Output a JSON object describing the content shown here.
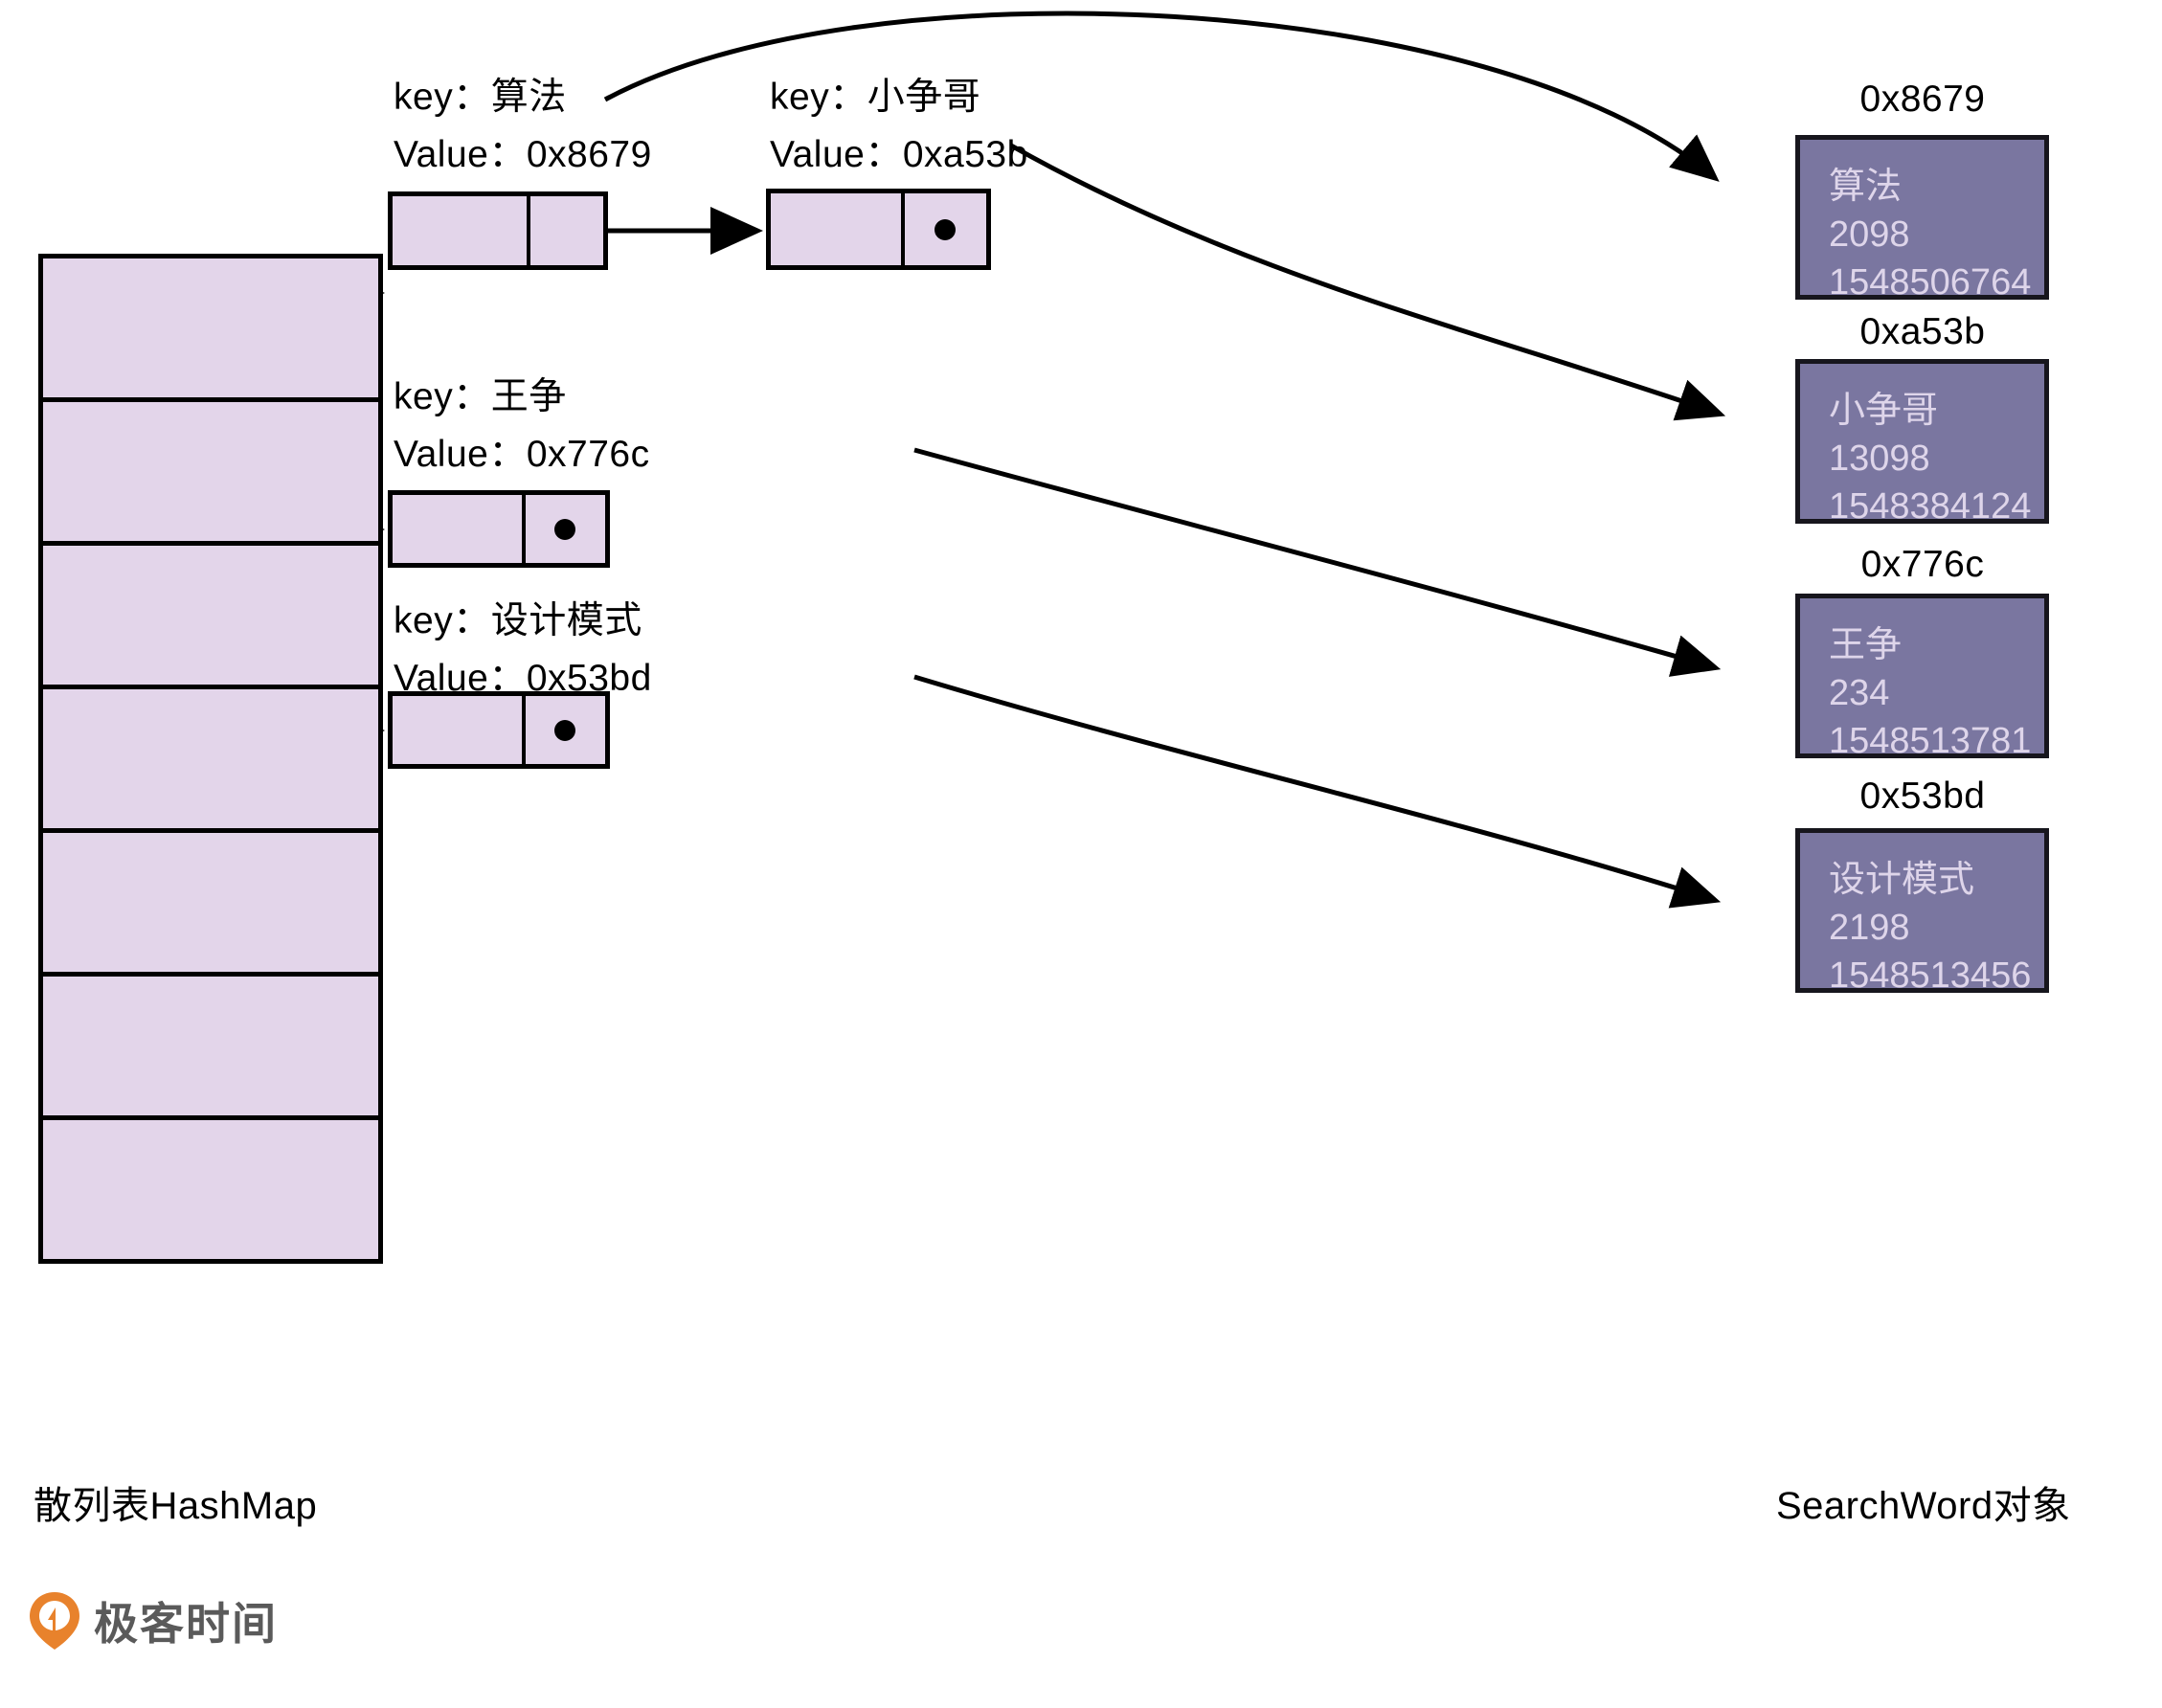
{
  "diagram": {
    "title_left": "散列表HashMap",
    "title_right": "SearchWord对象"
  },
  "hash_table": {
    "row_count": 7,
    "fill_color": "#e3d5ea",
    "border_color": "#000000",
    "rows": [
      {
        "index": 0,
        "has_link": true
      },
      {
        "index": 1,
        "has_link": false
      },
      {
        "index": 2,
        "has_link": false
      },
      {
        "index": 3,
        "has_link": true
      },
      {
        "index": 4,
        "has_link": false
      },
      {
        "index": 5,
        "has_link": true
      },
      {
        "index": 6,
        "has_link": false
      }
    ]
  },
  "entries": [
    {
      "key_label": "key：算法",
      "value_label": "Value：0x8679",
      "key": "算法",
      "value": "0x8679",
      "node_terminal": false
    },
    {
      "key_label": "key：小争哥",
      "value_label": "Value：0xa53b",
      "key": "小争哥",
      "value": "0xa53b",
      "node_terminal": true
    },
    {
      "key_label": "key：王争",
      "value_label": "Value：0x776c",
      "key": "王争",
      "value": "0x776c",
      "node_terminal": true
    },
    {
      "key_label": "key：设计模式",
      "value_label": "Value：0x53bd",
      "key": "设计模式",
      "value": "0x53bd",
      "node_terminal": true
    }
  ],
  "objects": [
    {
      "address": "0x8679",
      "word": "算法",
      "count": "2098",
      "timestamp": "1548506764"
    },
    {
      "address": "0xa53b",
      "word": "小争哥",
      "count": "13098",
      "timestamp": "1548384124"
    },
    {
      "address": "0x776c",
      "word": "王争",
      "count": "234",
      "timestamp": "1548513781"
    },
    {
      "address": "0x53bd",
      "word": "设计模式",
      "count": "2198",
      "timestamp": "1548513456"
    }
  ],
  "colors": {
    "cell_fill": "#e3d5ea",
    "object_fill": "#7a76a0",
    "object_text": "#ded5ea",
    "stroke": "#000000",
    "logo_orange": "#e8822c",
    "logo_text": "#5a5a5a"
  },
  "logo": {
    "brand": "极客时间",
    "mark": "geek-time-pin-icon"
  }
}
